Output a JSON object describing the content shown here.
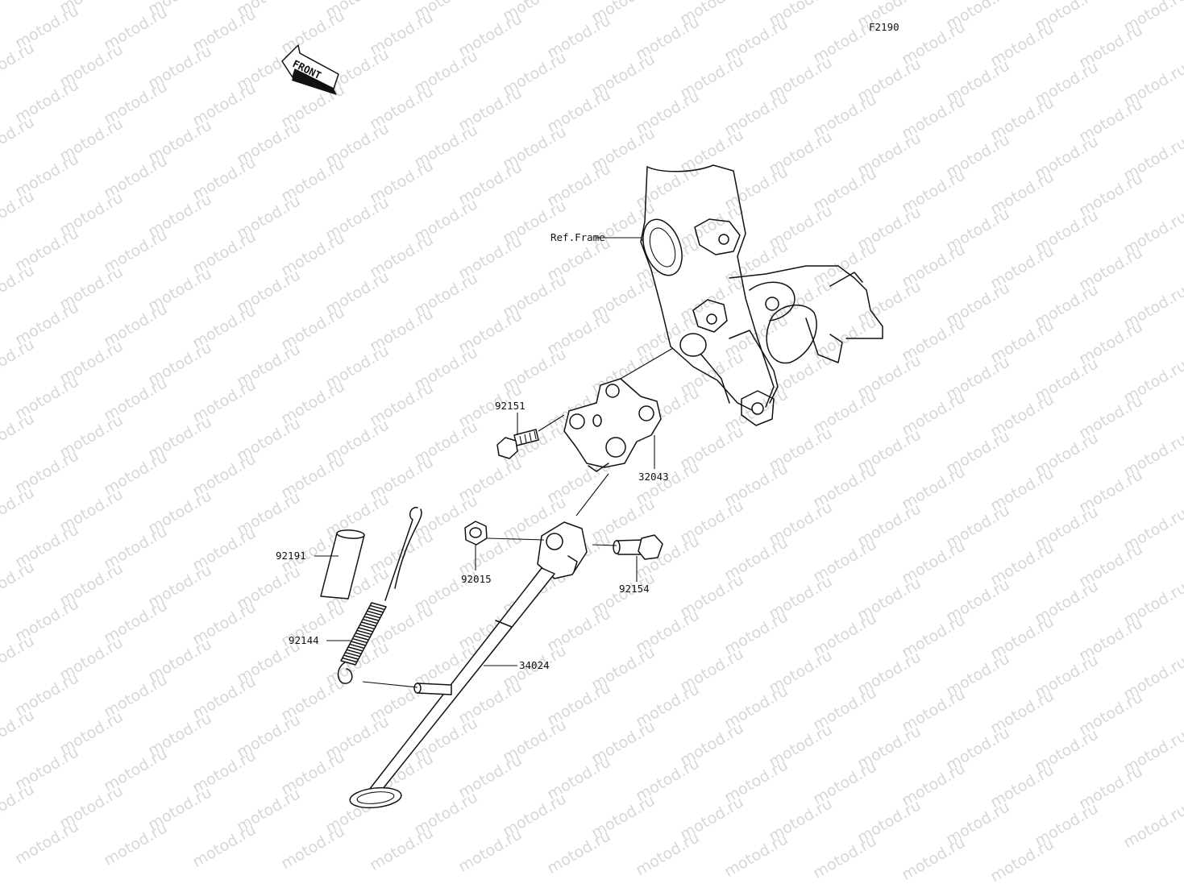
{
  "diagram_code": "F2190",
  "watermark": "motod.ru",
  "front_arrow_label": "FRONT",
  "labels": {
    "ref_frame": "Ref.Frame",
    "p92151": "92151",
    "p32043": "32043",
    "p92015": "92015",
    "p92154": "92154",
    "p92191": "92191",
    "p92144": "92144",
    "p34024": "34024"
  }
}
